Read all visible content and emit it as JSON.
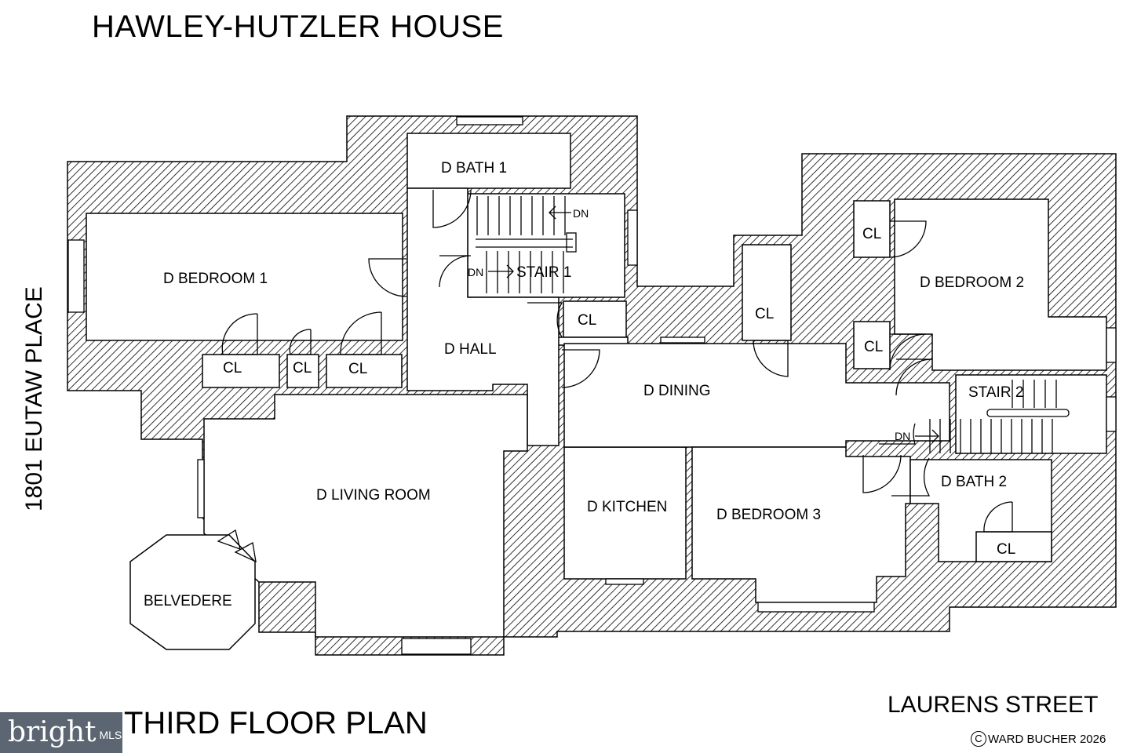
{
  "title": "HAWLEY-HUTZLER HOUSE",
  "footer_title": "THIRD FLOOR PLAN",
  "street_left": "1801 EUTAW PLACE",
  "street_right": "LAURENS STREET",
  "copyright": "WARD BUCHER 2026",
  "copyright_symbol": "C",
  "logo": {
    "word": "bright",
    "suffix": "MLS"
  },
  "rooms": {
    "bath1": "D BATH 1",
    "bedroom1": "D BEDROOM 1",
    "stair1": "STAIR 1",
    "dn1": "DN",
    "dn2": "DN",
    "dn3": "DN",
    "cl_stair": "CL",
    "hall": "D HALL",
    "cl_a": "CL",
    "cl_b": "CL",
    "cl_c": "CL",
    "living": "D LIVING ROOM",
    "belvedere": "BELVEDERE",
    "kitchen": "D KITCHEN",
    "dining": "D DINING",
    "cl_dining": "CL",
    "bedroom3": "D BEDROOM 3",
    "cl_bed2a": "CL",
    "bedroom2": "D BEDROOM 2",
    "cl_bed2b": "CL",
    "stair2": "STAIR 2",
    "bath2": "D BATH 2",
    "cl_bath2": "CL"
  },
  "colors": {
    "wall": "#000000",
    "background": "#ffffff",
    "logo_bg": "#5b6672"
  }
}
